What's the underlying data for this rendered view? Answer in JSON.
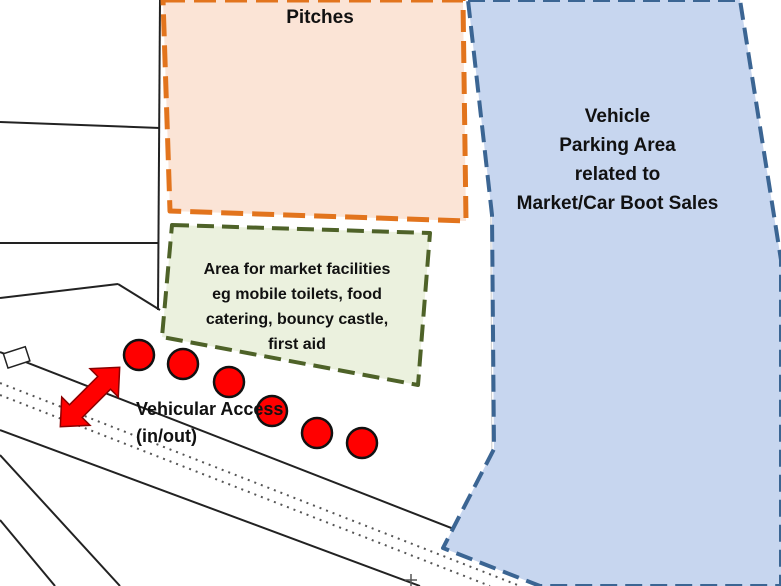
{
  "zones": {
    "pitches": {
      "label": "Pitches",
      "fill": "#fbe4d6",
      "border": "#e2741d"
    },
    "parking": {
      "label": "Vehicle\nParking Area\nrelated to\nMarket/Car Boot Sales",
      "fill": "#c7d6ef",
      "border": "#3b6593"
    },
    "facilities": {
      "label": "Area for market facilities\neg mobile toilets, food\ncatering, bouncy castle,\nfirst aid",
      "fill": "#ebf1de",
      "border": "#4e6228"
    }
  },
  "access": {
    "label": "Vehicular Access\n(in/out)",
    "arrow_color": "#ff0000",
    "marker_color": "#ff0000",
    "marker_count": 6
  },
  "icons": [
    "double-headed-arrow-icon",
    "red-circle-marker-icon"
  ]
}
